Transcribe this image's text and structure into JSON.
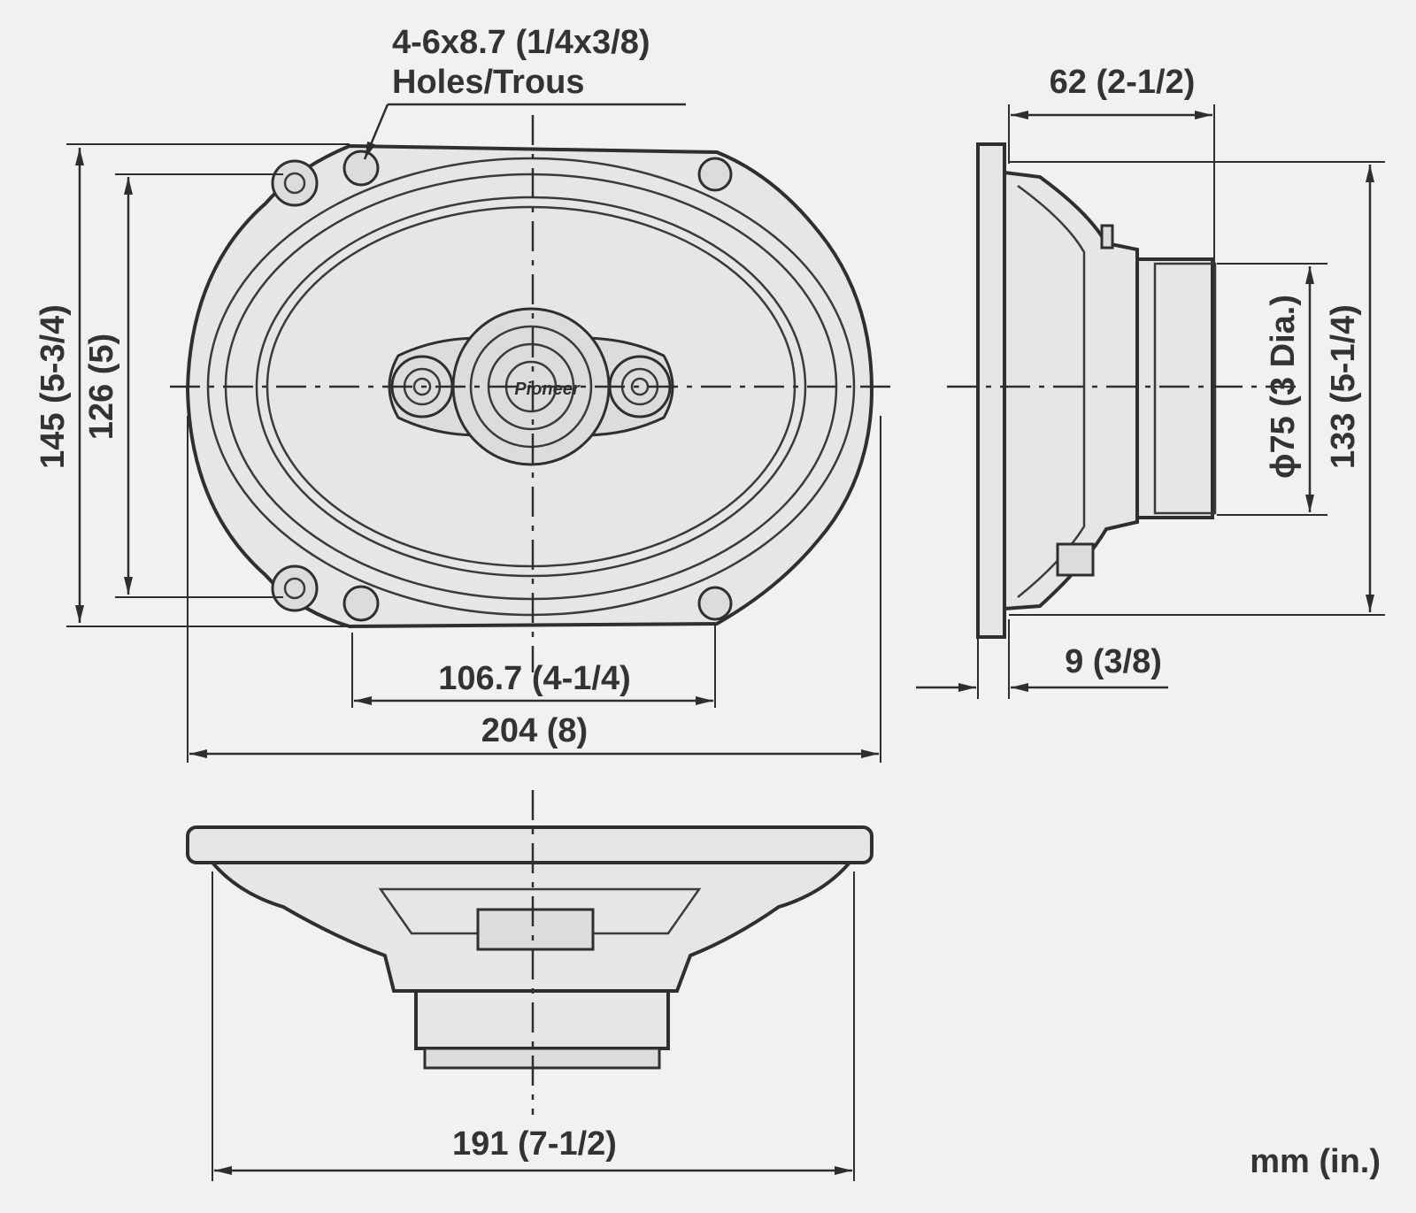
{
  "labels": {
    "holes_line1": "4-6x8.7 (1/4x3/8)",
    "holes_line2": "Holes/Trous",
    "dim_145": "145 (5-3/4)",
    "dim_126": "126 (5)",
    "dim_1067": "106.7 (4-1/4)",
    "dim_204": "204 (8)",
    "dim_62": "62 (2-1/2)",
    "dim_9": "9 (3/8)",
    "dim_75": "ϕ75 (3 Dia.)",
    "dim_133": "133 (5-1/4)",
    "dim_191": "191 (7-1/2)",
    "units": "mm (in.)"
  },
  "brand_logo": "Pioneer",
  "colors": {
    "background": "#f1f0f2",
    "line": "#2e2e30",
    "fill": "#e6e6e8"
  }
}
